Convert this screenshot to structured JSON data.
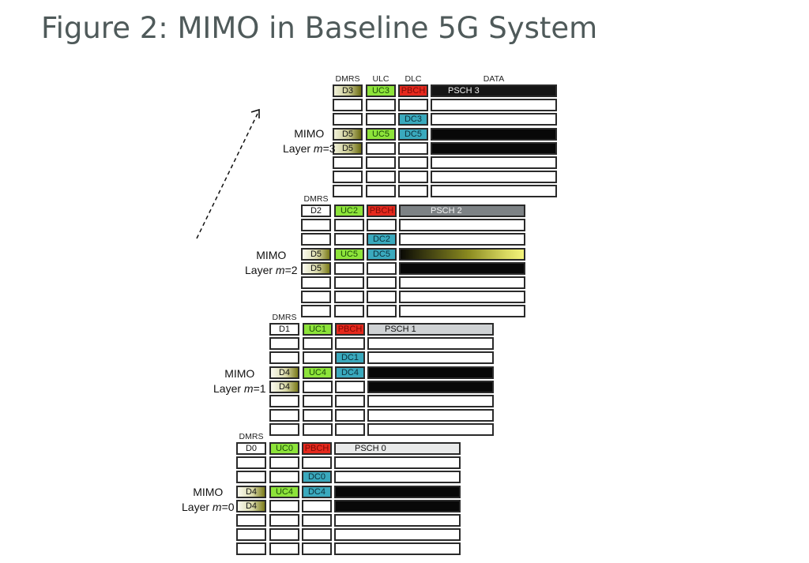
{
  "title": "Figure 2: MIMO in Baseline 5G System",
  "column_headers": {
    "dmrs": "DMRS",
    "ulc": "ULC",
    "dlc": "DLC",
    "data": "DATA"
  },
  "layers": [
    {
      "id": "m3",
      "label_line1": "MIMO",
      "label_prefix": "Layer ",
      "label_var": "m",
      "label_suffix": "=3",
      "show_all_headers": true,
      "rows": [
        {
          "dmrs": "D3",
          "dmrs_style": "grad3",
          "ulc": "UC3",
          "dlc": "PBCH",
          "dlc_style": "pbch",
          "data": "PSCH 3",
          "data_style": "psch3"
        },
        {
          "dmrs": "",
          "dmrs_style": "plain",
          "ulc": "",
          "dlc": "",
          "dlc_style": "plain",
          "data": "",
          "data_style": "plain"
        },
        {
          "dmrs": "",
          "dmrs_style": "plain",
          "ulc": "",
          "dlc": "DC3",
          "dlc_style": "dlc",
          "data": "",
          "data_style": "plain"
        },
        {
          "dmrs": "D5",
          "dmrs_style": "grad3",
          "ulc": "UC5",
          "dlc": "DC5",
          "dlc_style": "dlc",
          "data": "",
          "data_style": "black"
        },
        {
          "dmrs": "D5",
          "dmrs_style": "grad3",
          "ulc": "",
          "dlc": "",
          "dlc_style": "plain",
          "data": "",
          "data_style": "black"
        },
        {
          "dmrs": "",
          "dmrs_style": "plain",
          "ulc": "",
          "dlc": "",
          "dlc_style": "plain",
          "data": "",
          "data_style": "plain"
        },
        {
          "dmrs": "",
          "dmrs_style": "plain",
          "ulc": "",
          "dlc": "",
          "dlc_style": "plain",
          "data": "",
          "data_style": "plain"
        },
        {
          "dmrs": "",
          "dmrs_style": "plain",
          "ulc": "",
          "dlc": "",
          "dlc_style": "plain",
          "data": "",
          "data_style": "plain"
        }
      ]
    },
    {
      "id": "m2",
      "label_line1": "MIMO",
      "label_prefix": "Layer ",
      "label_var": "m",
      "label_suffix": "=2",
      "show_all_headers": false,
      "rows": [
        {
          "dmrs": "D2",
          "dmrs_style": "plain",
          "ulc": "UC2",
          "dlc": "PBCH",
          "dlc_style": "pbch",
          "data": "PSCH 2",
          "data_style": "psch2"
        },
        {
          "dmrs": "",
          "dmrs_style": "plain",
          "ulc": "",
          "dlc": "",
          "dlc_style": "plain",
          "data": "",
          "data_style": "plain"
        },
        {
          "dmrs": "",
          "dmrs_style": "plain",
          "ulc": "",
          "dlc": "DC2",
          "dlc_style": "dlc",
          "data": "",
          "data_style": "plain"
        },
        {
          "dmrs": "D5",
          "dmrs_style": "grad",
          "ulc": "UC5",
          "dlc": "DC5",
          "dlc_style": "dlc",
          "data": "",
          "data_style": "yellowgrad"
        },
        {
          "dmrs": "D5",
          "dmrs_style": "grad",
          "ulc": "",
          "dlc": "",
          "dlc_style": "plain",
          "data": "",
          "data_style": "black"
        },
        {
          "dmrs": "",
          "dmrs_style": "plain",
          "ulc": "",
          "dlc": "",
          "dlc_style": "plain",
          "data": "",
          "data_style": "plain"
        },
        {
          "dmrs": "",
          "dmrs_style": "plain",
          "ulc": "",
          "dlc": "",
          "dlc_style": "plain",
          "data": "",
          "data_style": "plain"
        },
        {
          "dmrs": "",
          "dmrs_style": "plain",
          "ulc": "",
          "dlc": "",
          "dlc_style": "plain",
          "data": "",
          "data_style": "plain"
        }
      ]
    },
    {
      "id": "m1",
      "label_line1": "MIMO",
      "label_prefix": "Layer ",
      "label_var": "m",
      "label_suffix": "=1",
      "show_all_headers": false,
      "rows": [
        {
          "dmrs": "D1",
          "dmrs_style": "plain",
          "ulc": "UC1",
          "dlc": "PBCH",
          "dlc_style": "pbch",
          "data": "PSCH 1",
          "data_style": "psch1"
        },
        {
          "dmrs": "",
          "dmrs_style": "plain",
          "ulc": "",
          "dlc": "",
          "dlc_style": "plain",
          "data": "",
          "data_style": "plain"
        },
        {
          "dmrs": "",
          "dmrs_style": "plain",
          "ulc": "",
          "dlc": "DC1",
          "dlc_style": "dlc",
          "data": "",
          "data_style": "plain"
        },
        {
          "dmrs": "D4",
          "dmrs_style": "grad",
          "ulc": "UC4",
          "dlc": "DC4",
          "dlc_style": "dlc",
          "data": "",
          "data_style": "black"
        },
        {
          "dmrs": "D4",
          "dmrs_style": "grad",
          "ulc": "",
          "dlc": "",
          "dlc_style": "plain",
          "data": "",
          "data_style": "black"
        },
        {
          "dmrs": "",
          "dmrs_style": "plain",
          "ulc": "",
          "dlc": "",
          "dlc_style": "plain",
          "data": "",
          "data_style": "plain"
        },
        {
          "dmrs": "",
          "dmrs_style": "plain",
          "ulc": "",
          "dlc": "",
          "dlc_style": "plain",
          "data": "",
          "data_style": "plain"
        },
        {
          "dmrs": "",
          "dmrs_style": "plain",
          "ulc": "",
          "dlc": "",
          "dlc_style": "plain",
          "data": "",
          "data_style": "plain"
        }
      ]
    },
    {
      "id": "m0",
      "label_line1": "MIMO",
      "label_prefix": "Layer ",
      "label_var": "m",
      "label_suffix": "=0",
      "show_all_headers": false,
      "rows": [
        {
          "dmrs": "D0",
          "dmrs_style": "plain",
          "ulc": "UC0",
          "dlc": "PBCH",
          "dlc_style": "pbch",
          "data": "PSCH 0",
          "data_style": "psch0"
        },
        {
          "dmrs": "",
          "dmrs_style": "plain",
          "ulc": "",
          "dlc": "",
          "dlc_style": "plain",
          "data": "",
          "data_style": "plain"
        },
        {
          "dmrs": "",
          "dmrs_style": "plain",
          "ulc": "",
          "dlc": "DC0",
          "dlc_style": "dlc",
          "data": "",
          "data_style": "plain"
        },
        {
          "dmrs": "D4",
          "dmrs_style": "grad",
          "ulc": "UC4",
          "dlc": "DC4",
          "dlc_style": "dlc",
          "data": "",
          "data_style": "black"
        },
        {
          "dmrs": "D4",
          "dmrs_style": "grad",
          "ulc": "",
          "dlc": "",
          "dlc_style": "plain",
          "data": "",
          "data_style": "black"
        },
        {
          "dmrs": "",
          "dmrs_style": "plain",
          "ulc": "",
          "dlc": "",
          "dlc_style": "plain",
          "data": "",
          "data_style": "plain"
        },
        {
          "dmrs": "",
          "dmrs_style": "plain",
          "ulc": "",
          "dlc": "",
          "dlc_style": "plain",
          "data": "",
          "data_style": "plain"
        },
        {
          "dmrs": "",
          "dmrs_style": "plain",
          "ulc": "",
          "dlc": "",
          "dlc_style": "plain",
          "data": "",
          "data_style": "plain"
        }
      ]
    }
  ],
  "colors": {
    "title": "#4f5a5a",
    "ulc_green": "#8de33a",
    "pbch_red": "#e5291d",
    "dlc_teal": "#3aa9bd",
    "data_black": "#080808"
  },
  "arrow": {
    "style": "dashed",
    "direction": "up-right",
    "meaning": "increasing MIMO layer"
  }
}
